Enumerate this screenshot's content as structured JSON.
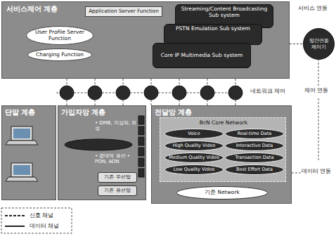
{
  "diagram": {
    "nodes": [
      {
        "text": [
          "서비스제어 계층"
        ]
      },
      {
        "text": [
          "Application Server Function"
        ],
        "in": 0
      },
      {
        "text": [
          "User Profile Server Function"
        ],
        "in": 0
      },
      {
        "text": [
          "Charging Function"
        ],
        "in": 0
      },
      {
        "text": [
          "Streaming/Content Broadcasting Sub system"
        ],
        "in": 0
      },
      {
        "text": [
          "PSTN Emulation Sub system"
        ],
        "in": 0
      },
      {
        "text": [
          "Core IP Multimedia Sub system"
        ],
        "in": 0
      },
      {
        "text": [
          "망간연동 제어기"
        ]
      },
      {
        "text": [
          "단말 계층"
        ]
      },
      {
        "text": [
          "가입자망 계층",
          "• DMB, 지상파, 위성",
          "• 광대역 유선 • PON, AON"
        ]
      },
      {
        "text": [
          "기존 무선망"
        ],
        "in": 9
      },
      {
        "text": [
          "기존 유선망"
        ],
        "in": 9
      },
      {
        "text": [
          "전달망 계층"
        ]
      },
      {
        "text": [
          "BcN Core Network"
        ],
        "in": 12
      },
      {
        "text": [
          "Voice"
        ],
        "in": 13
      },
      {
        "text": [
          "Real-time Data"
        ],
        "in": 13
      },
      {
        "text": [
          "High Quality Video"
        ],
        "in": 13
      },
      {
        "text": [
          "Interactive Data"
        ],
        "in": 13
      },
      {
        "text": [
          "Medium Quality Video"
        ],
        "in": 13
      },
      {
        "text": [
          "Transaction Data"
        ],
        "in": 13
      },
      {
        "text": [
          "Low Quality Video"
        ],
        "in": 13
      },
      {
        "text": [
          "Best Effort Data"
        ],
        "in": 13
      },
      {
        "text": [
          "기존 Network"
        ],
        "in": 12
      }
    ],
    "edges": [
      {
        "from": 0,
        "to": 7,
        "arrow": "none"
      }
    ],
    "labels": [
      "서비스 연동",
      "네트워크 제어",
      "제어 연동",
      "데이터 연동"
    ],
    "legend": [
      {
        "text": "신호 채널"
      },
      {
        "text": "데이터 채널"
      }
    ]
  }
}
